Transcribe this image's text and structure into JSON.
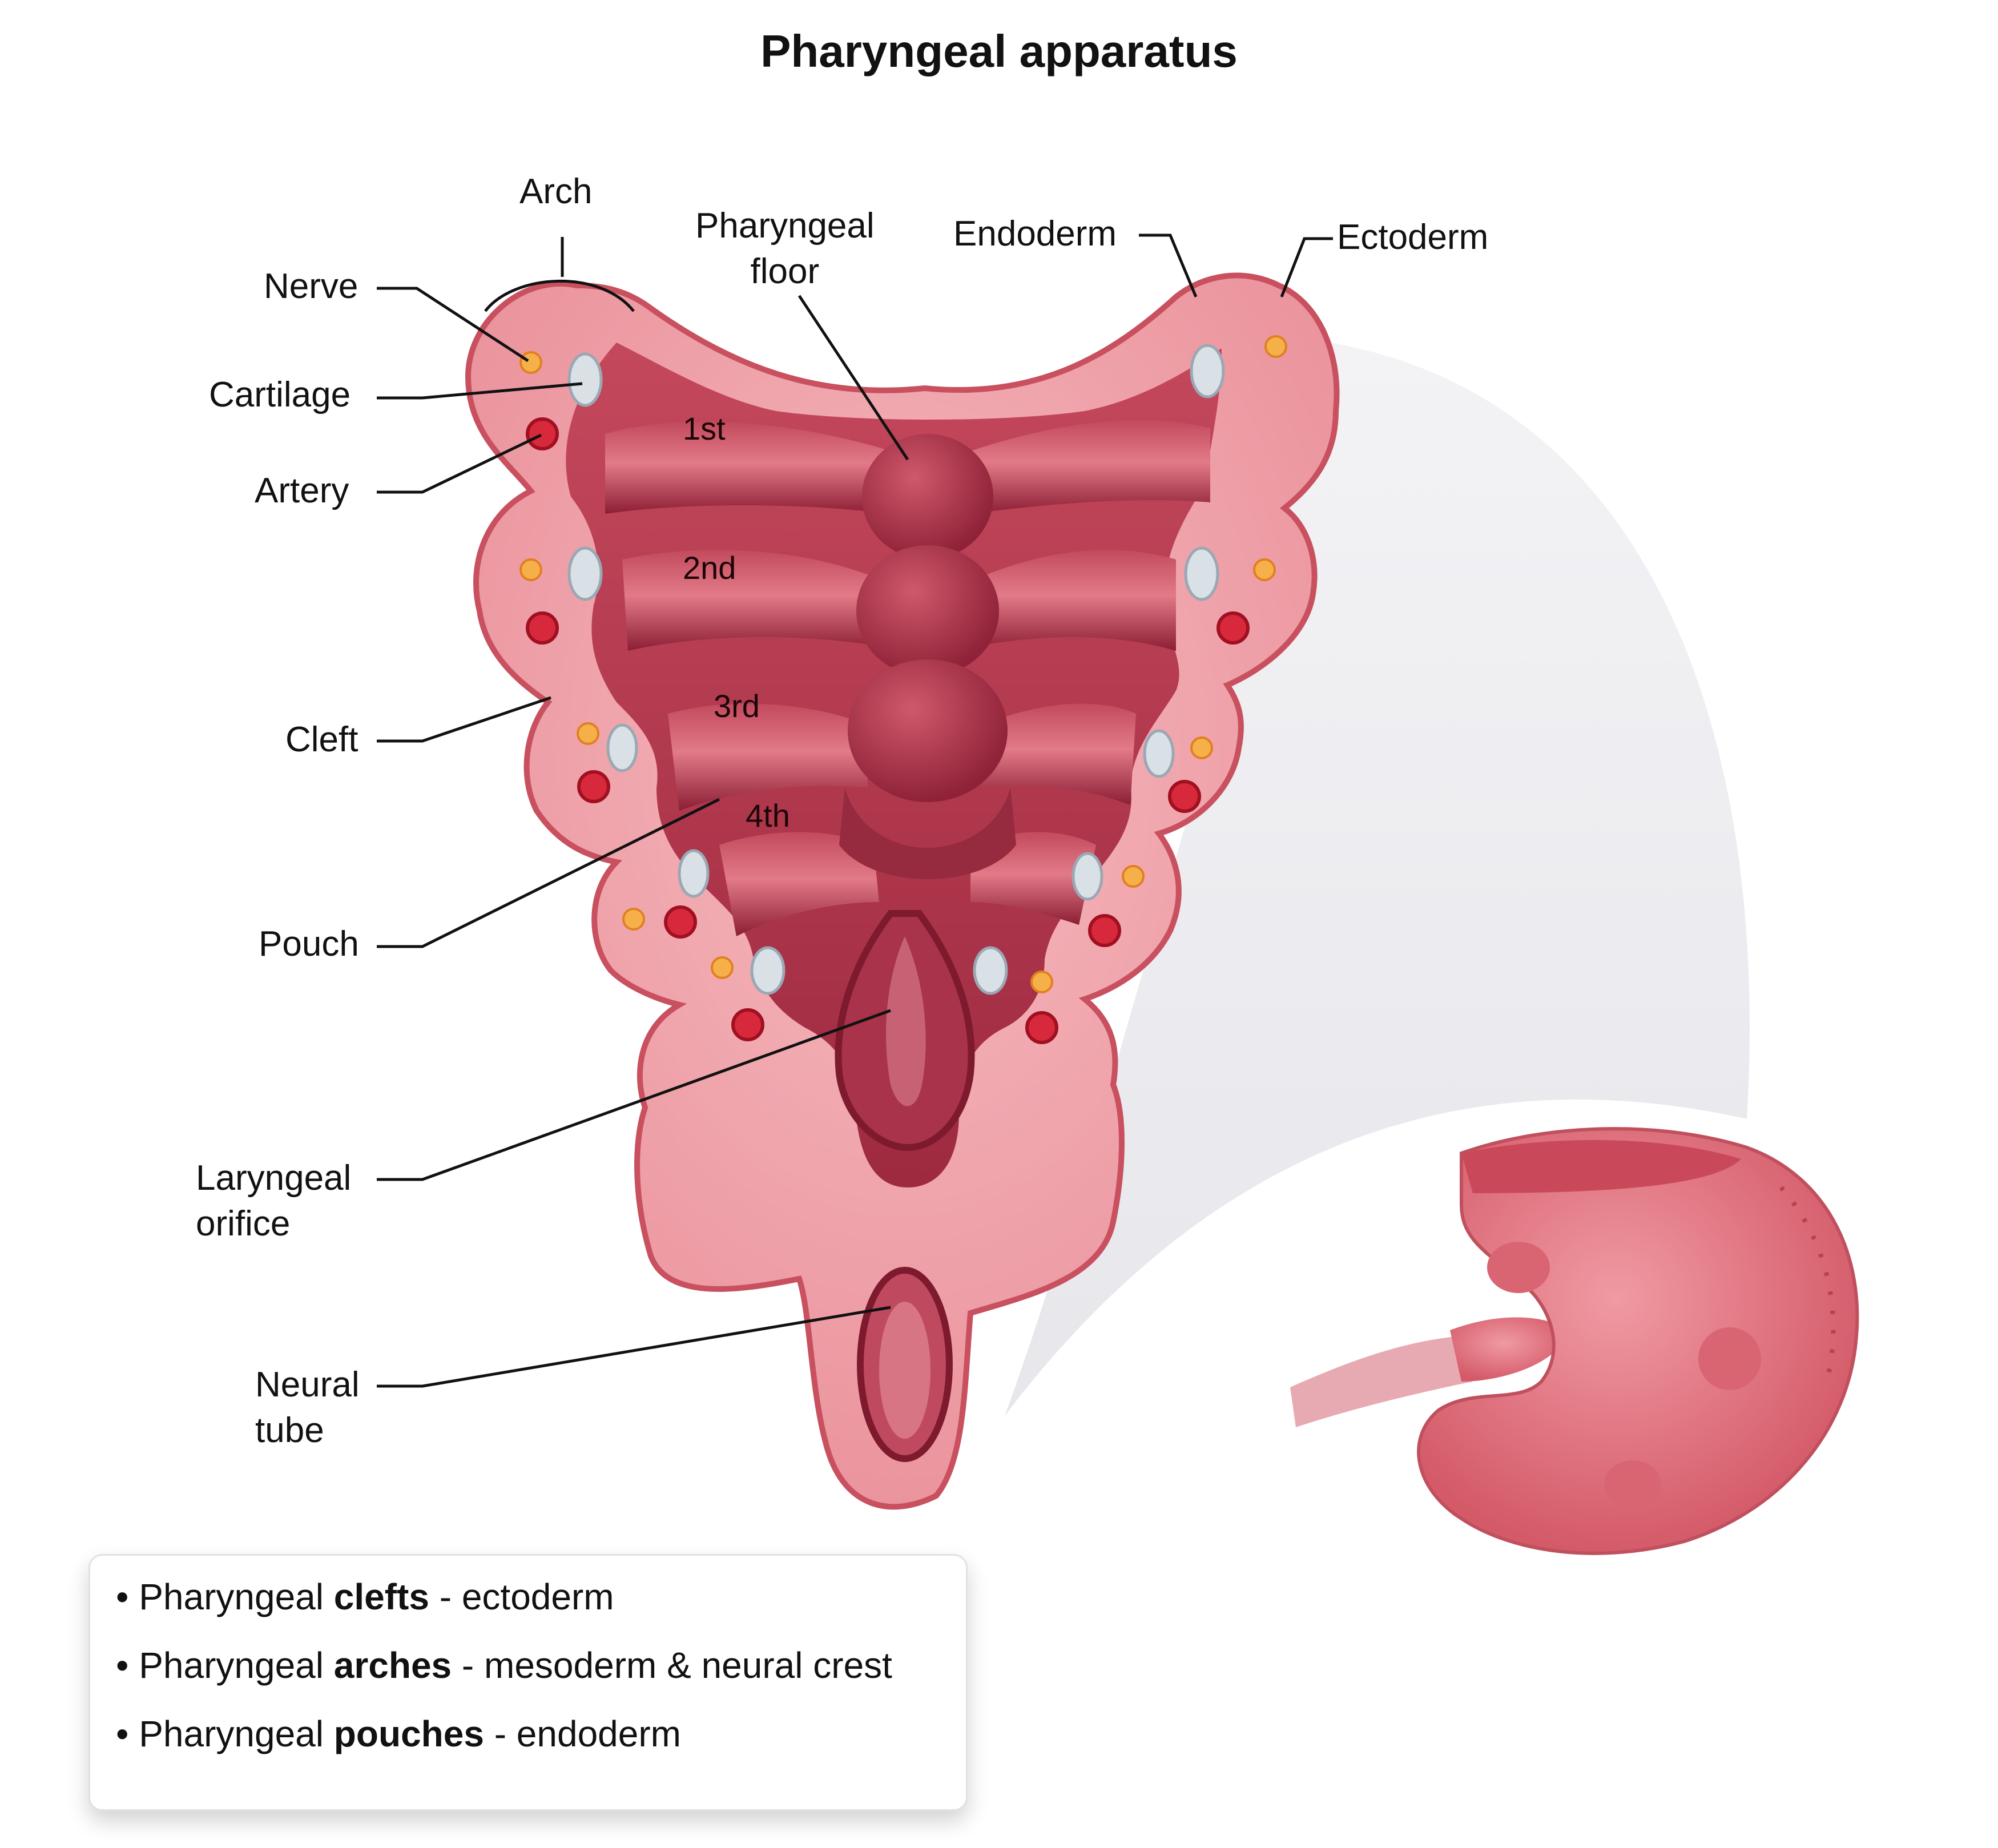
{
  "title": "Pharyngeal apparatus",
  "labels": {
    "arch": "Arch",
    "nerve": "Nerve",
    "cartilage": "Cartilage",
    "artery": "Artery",
    "cleft": "Cleft",
    "pouch": "Pouch",
    "laryngeal_orifice": "Laryngeal\norifice",
    "neural_tube": "Neural\ntube",
    "pharyngeal_floor": "Pharyngeal\nfloor",
    "endoderm": "Endoderm",
    "ectoderm": "Ectoderm"
  },
  "arch_numbers": [
    "1st",
    "2nd",
    "3rd",
    "4th"
  ],
  "legend": [
    {
      "bullet": "•",
      "prefix": "Pharyngeal ",
      "bold": "clefts",
      "suffix": " - ectoderm"
    },
    {
      "bullet": "•",
      "prefix": "Pharyngeal ",
      "bold": "arches",
      "suffix": " - mesoderm & neural crest"
    },
    {
      "bullet": "•",
      "prefix": "Pharyngeal ",
      "bold": "pouches",
      "suffix": " - endoderm"
    }
  ],
  "colors": {
    "tissue": "#f0a7ae",
    "tissue_edge": "#c8505f",
    "lumen": "#b53c50",
    "lumen_dark": "#8a1f33",
    "cartilage": "#d9e0e6",
    "artery": "#d8283c",
    "nerve": "#f5b04a",
    "embryo": "#e8707c"
  }
}
